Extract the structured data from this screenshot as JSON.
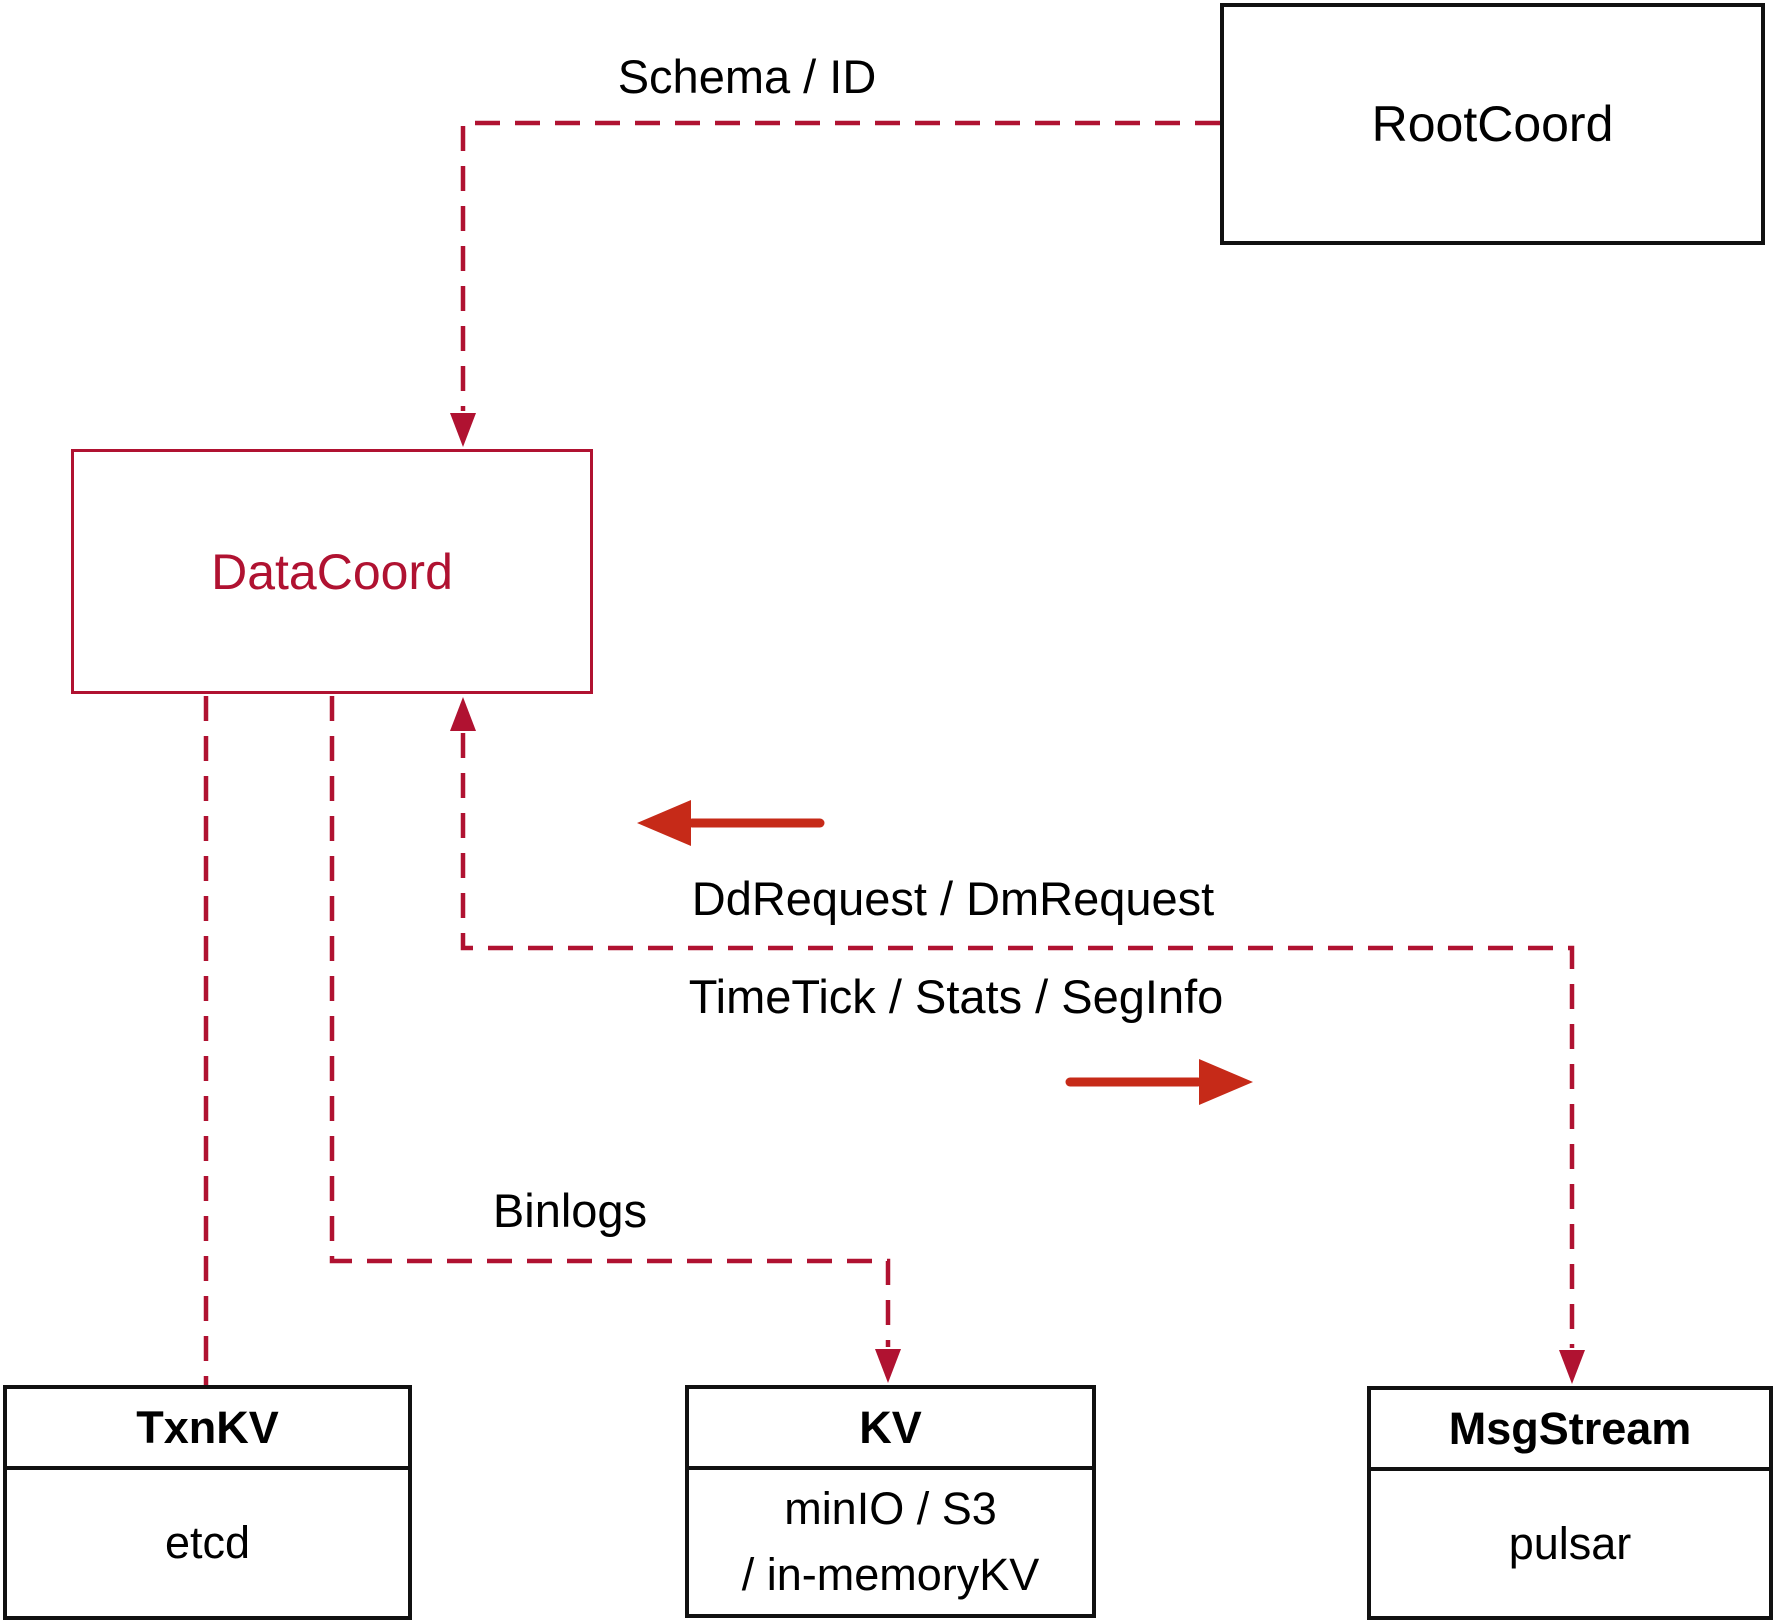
{
  "colors": {
    "connector": "#b01231",
    "solid_arrow": "#c62a18",
    "node_border": "#111111",
    "label_text": "#000000",
    "datacoord_accent": "#b01231"
  },
  "nodes": {
    "rootcoord": {
      "label": "RootCoord"
    },
    "datacoord": {
      "label": "DataCoord"
    },
    "txnkv": {
      "title": "TxnKV",
      "detail": "etcd"
    },
    "kv": {
      "title": "KV",
      "detail_line1": "minIO / S3",
      "detail_line2": "/ in-memoryKV"
    },
    "msgstream": {
      "title": "MsgStream",
      "detail": "pulsar"
    }
  },
  "edge_labels": {
    "schema_id": "Schema / ID",
    "dd_request": "DdRequest / DmRequest",
    "time_tick": "TimeTick / Stats / SegInfo",
    "binlogs": "Binlogs"
  }
}
